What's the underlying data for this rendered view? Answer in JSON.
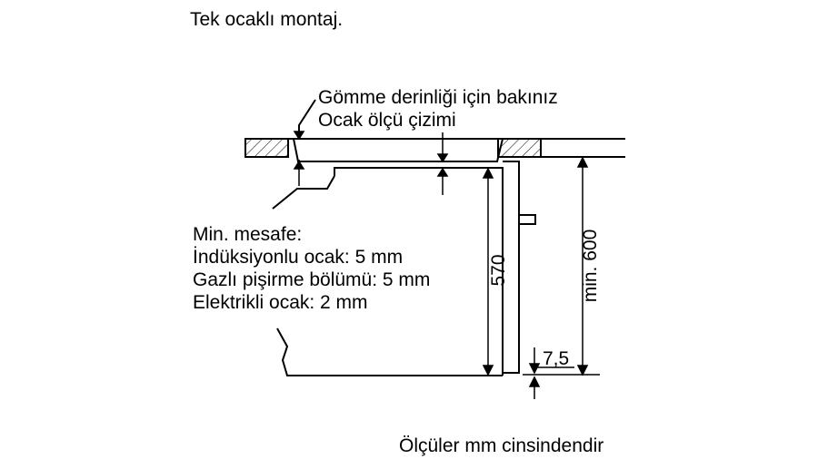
{
  "title": "Tek ocaklı montaj.",
  "callout_hob": {
    "line1": "Gömme derinliği için bakınız",
    "line2": "Ocak ölçü çizimi"
  },
  "min_distance": {
    "heading": "Min. mesafe:",
    "induction": "İndüksiyonlu ocak: 5 mm",
    "gas": "Gazlı pişirme bölümü: 5 mm",
    "electric": "Elektrikli ocak: 2 mm"
  },
  "dimensions": {
    "height_570": "570",
    "height_min_600": "min. 600",
    "offset_7_5": "7,5"
  },
  "footer_note": "Ölçüler mm cinsindendir"
}
